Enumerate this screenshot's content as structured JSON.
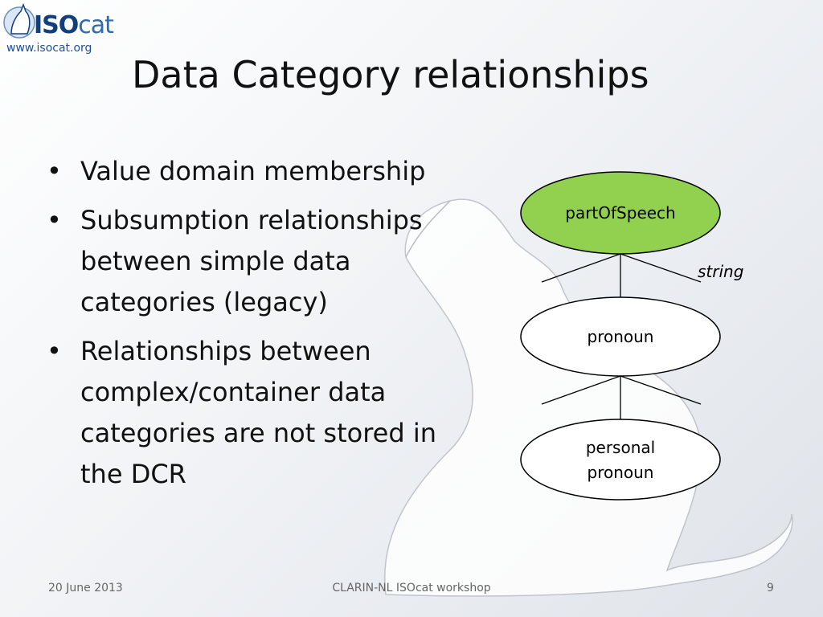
{
  "logo": {
    "iso": "ISO",
    "cat": "cat",
    "url": "www.isocat.org"
  },
  "title": "Data Category relationships",
  "bullets": [
    "Value domain membership",
    "Subsumption relationships between simple data categories (legacy)",
    "Relationships between complex/container data categories are not stored in the DCR"
  ],
  "diagram": {
    "nodes": [
      {
        "label": "partOfSpeech",
        "fill": "#92d050"
      },
      {
        "label": "pronoun",
        "fill": "#ffffff"
      },
      {
        "label": "personal",
        "label2": "pronoun",
        "fill": "#ffffff"
      }
    ],
    "edge_label": "string"
  },
  "footer": {
    "date": "20 June 2013",
    "center": "CLARIN-NL ISOcat workshop",
    "page": "9"
  },
  "colors": {
    "accent_green": "#92d050",
    "logo_blue": "#0f3f7c"
  }
}
